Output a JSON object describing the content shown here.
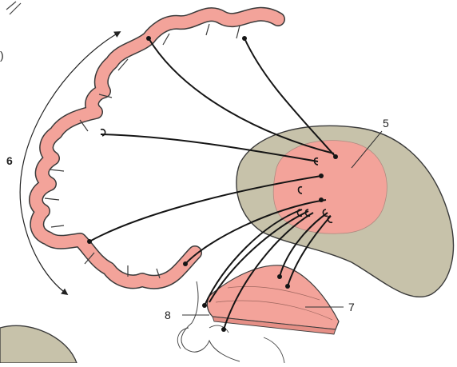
{
  "labels": {
    "cortex_arc": "6",
    "thalamus_nucleus": "5",
    "lower_structure": "7",
    "tract": "8",
    "edge_fragment": ")"
  },
  "colors": {
    "cortex_fill": "#f3a39a",
    "cortex_stroke": "#3a3a3a",
    "thalamus_fill": "#c7c2aa",
    "nucleus_fill": "#f3a39a",
    "fiber": "#151515",
    "line": "#333333",
    "text": "#222222"
  }
}
